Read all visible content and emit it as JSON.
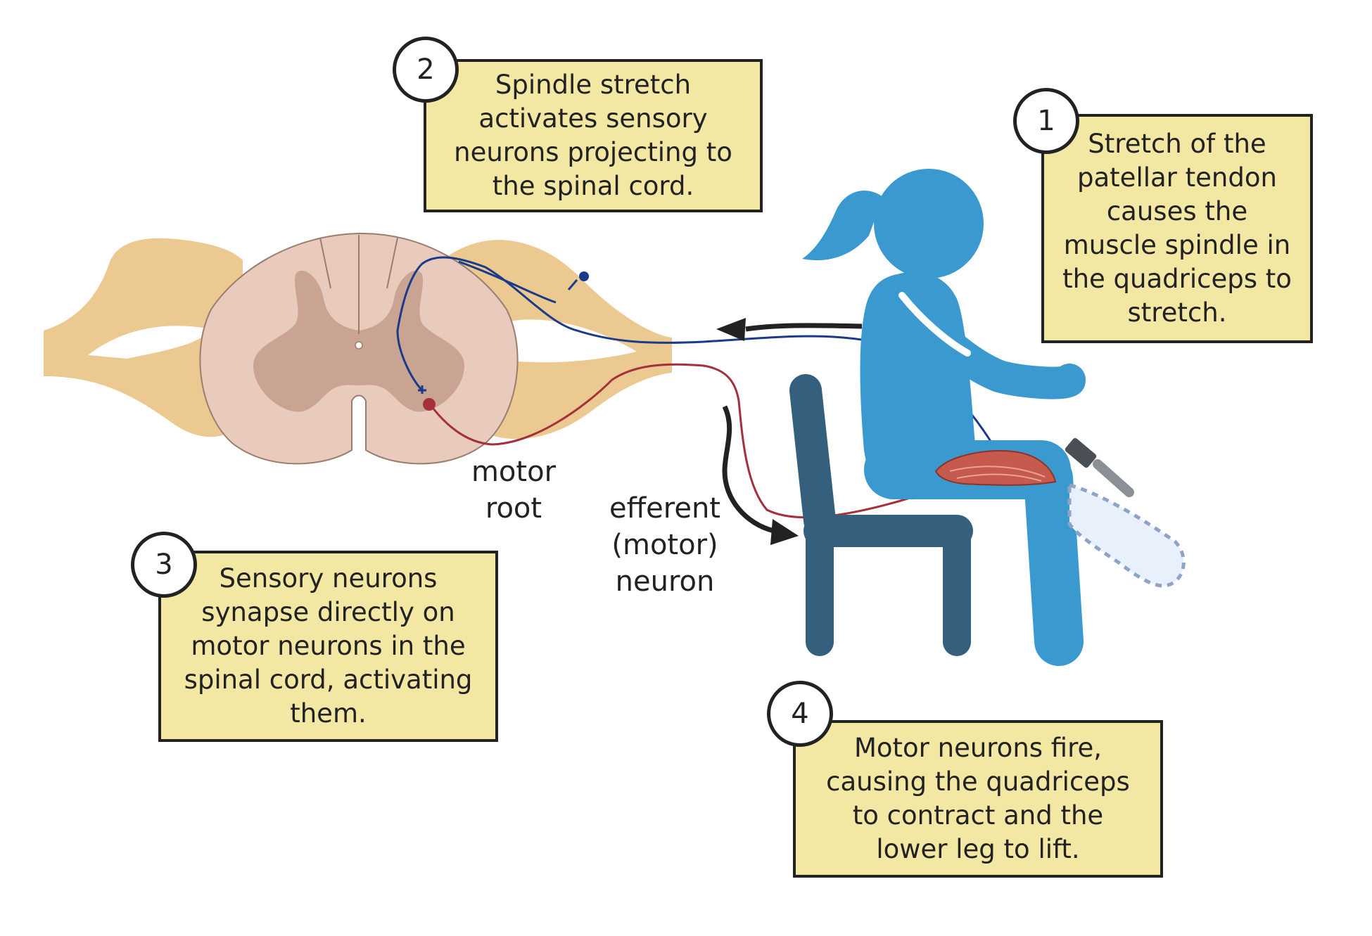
{
  "steps": [
    {
      "number": "1",
      "text": "Stretch of the\npatellar tendon\ncauses the\nmuscle spindle in\nthe quadriceps to\nstretch."
    },
    {
      "number": "2",
      "text": "Spindle stretch\nactivates sensory\nneurons projecting to\nthe spinal cord."
    },
    {
      "number": "3",
      "text": "Sensory neurons\nsynapse directly on\nmotor neurons in the\nspinal cord, activating\nthem."
    },
    {
      "number": "4",
      "text": "Motor neurons fire,\ncausing the quadriceps\nto contract and the\nlower leg to lift."
    }
  ],
  "labels": {
    "motor_root": "motor\nroot",
    "efferent_neuron": "efferent\n(motor)\nneuron"
  },
  "colors": {
    "box_fill": "#f3e7a4",
    "person": "#3a99cf",
    "chair": "#34607e",
    "spinal_nerve": "#ecc990",
    "cord_white_matter": "#e8cbbc",
    "cord_gray_matter": "#caa493",
    "sensory_neuron": "#1a3a8a",
    "motor_neuron": "#a3303a",
    "muscle": "#c65a4c"
  },
  "icons": [
    "reflex-hammer-icon",
    "arrow-icon"
  ]
}
